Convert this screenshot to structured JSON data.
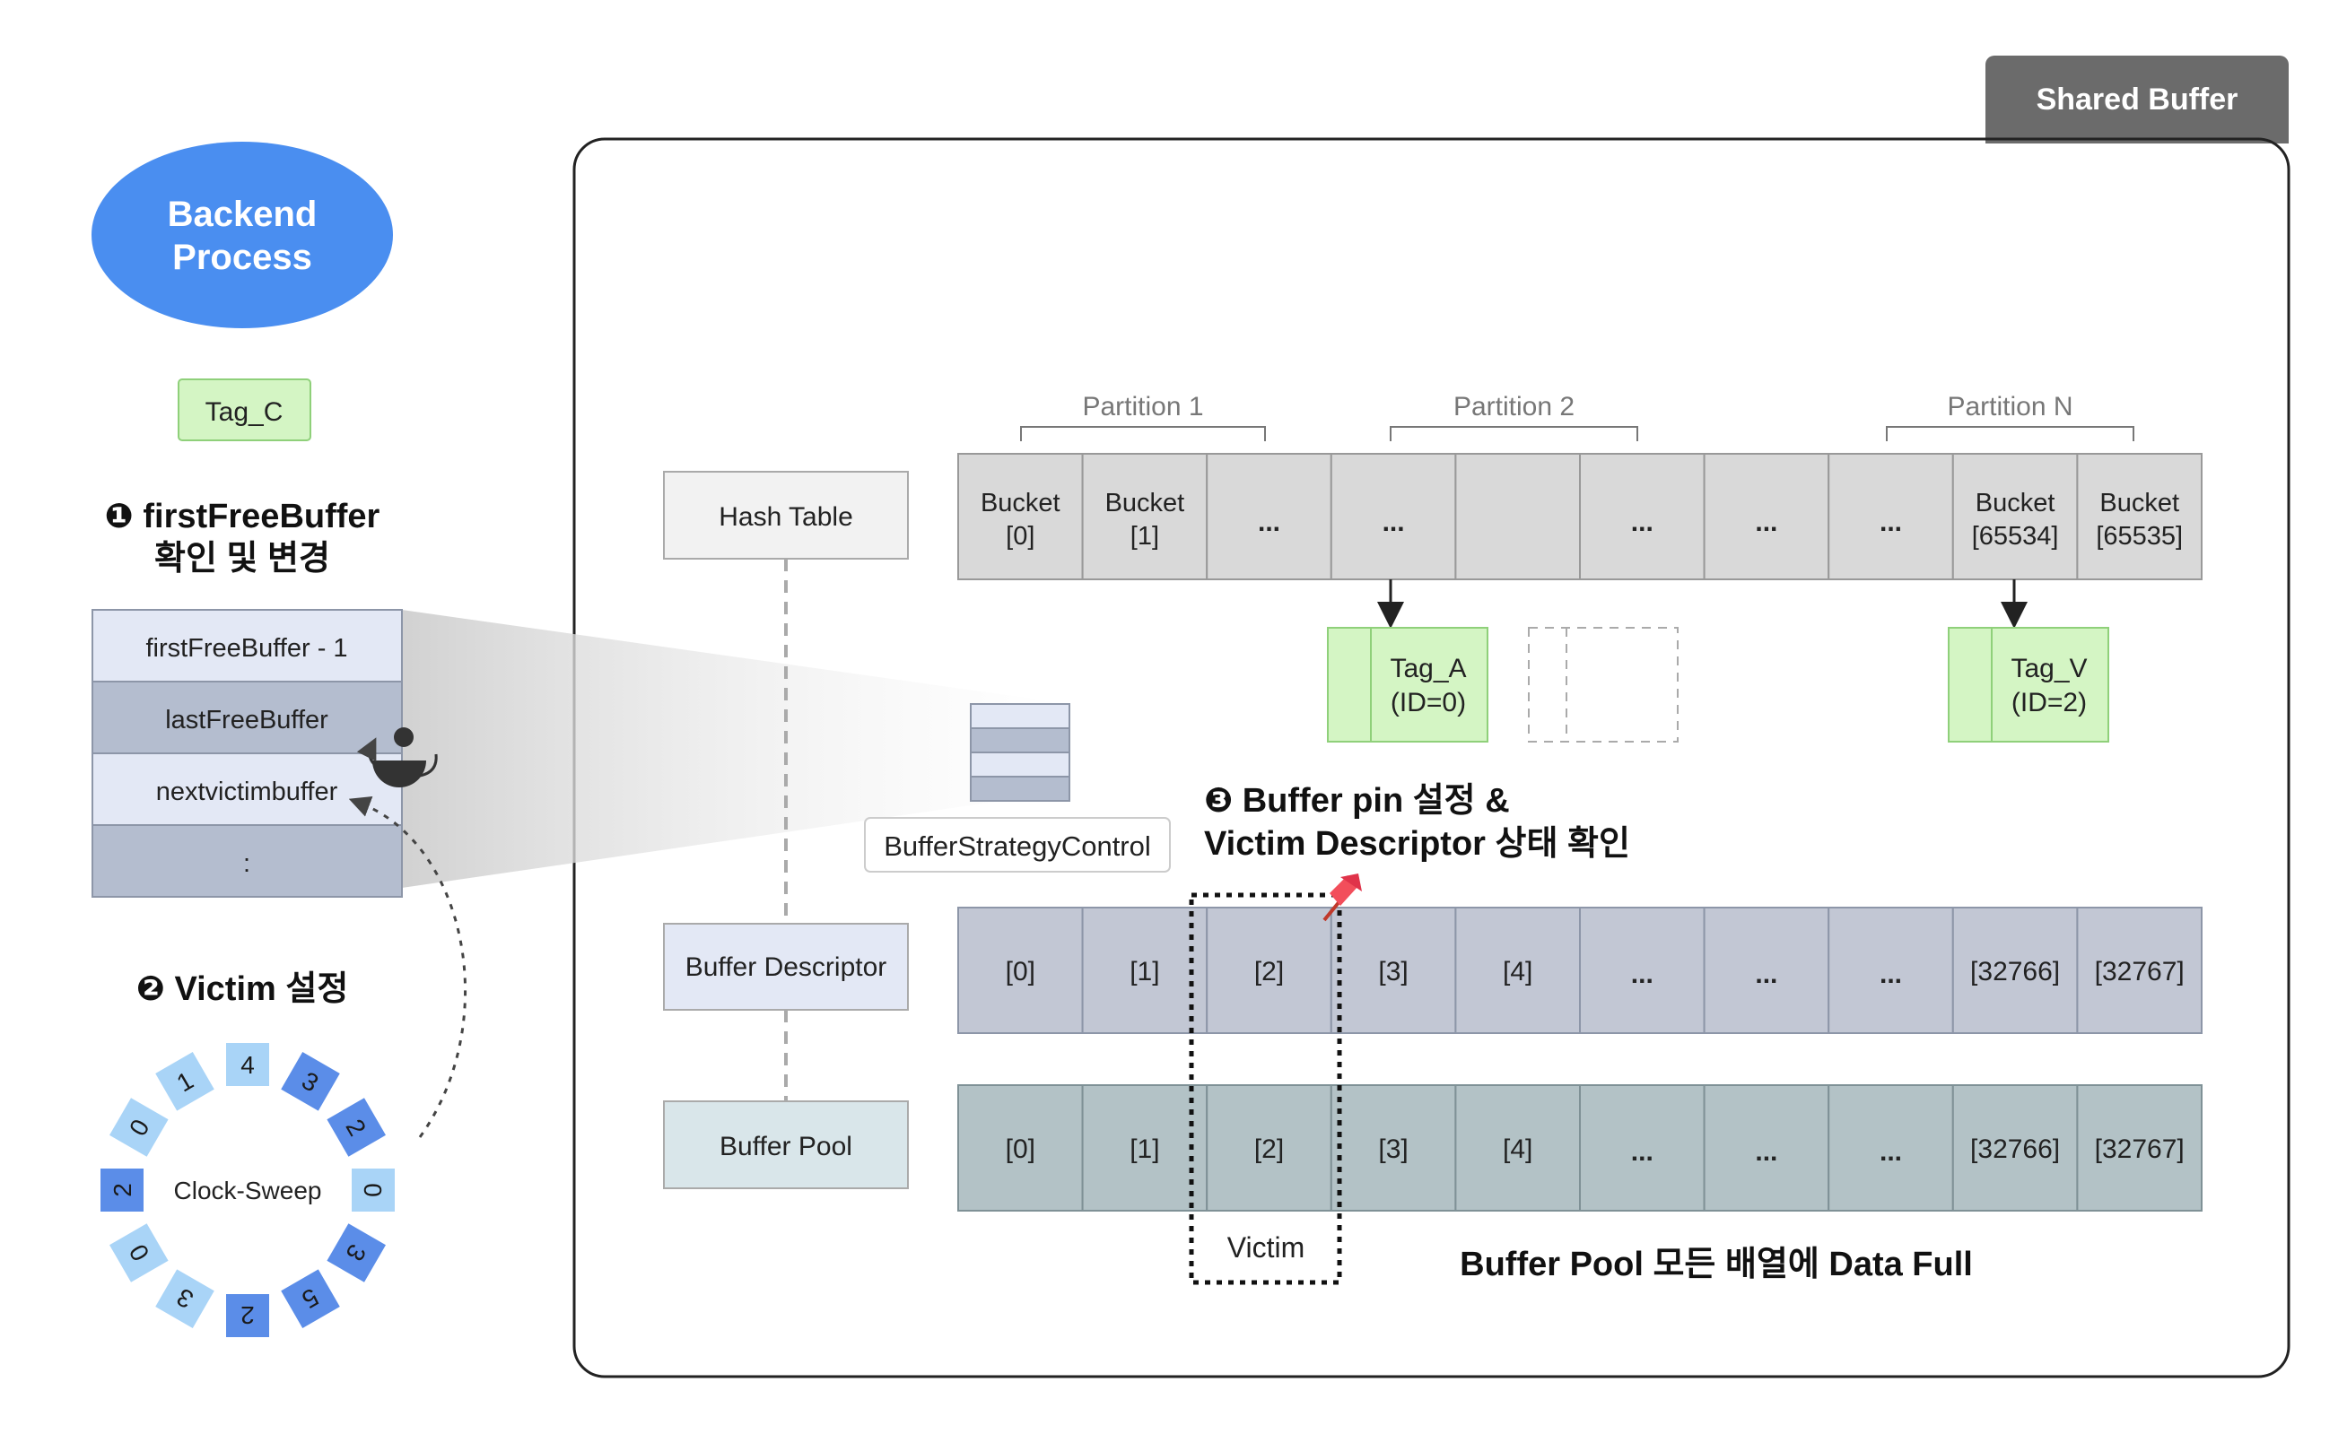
{
  "shared_buffer_tab": "Shared Buffer",
  "backend": {
    "line1": "Backend",
    "line2": "Process"
  },
  "tag_c": "Tag_C",
  "step6": {
    "line1": "❶ firstFreeBuffer",
    "line2": "확인 및 변경"
  },
  "strategy_list": [
    "firstFreeBuffer - 1",
    "lastFreeBuffer",
    "nextvictimbuffer",
    ":"
  ],
  "step7": "❷ Victim 설정",
  "clock_label": "Clock-Sweep",
  "clock_values": [
    "4",
    "3",
    "2",
    "0",
    "3",
    "5",
    "2",
    "3",
    "0",
    "2",
    "0",
    "1"
  ],
  "partitions": [
    "Partition 1",
    "Partition 2",
    "Partition N"
  ],
  "hash_table_label": "Hash Table",
  "buckets": [
    {
      "l1": "Bucket",
      "l2": "[0]"
    },
    {
      "l1": "Bucket",
      "l2": "[1]"
    },
    {
      "l1": "...",
      "l2": ""
    },
    {
      "l1": "...",
      "l2": ""
    },
    {
      "l1": "",
      "l2": ""
    },
    {
      "l1": "...",
      "l2": ""
    },
    {
      "l1": "...",
      "l2": ""
    },
    {
      "l1": "...",
      "l2": ""
    },
    {
      "l1": "Bucket",
      "l2": "[65534]"
    },
    {
      "l1": "Bucket",
      "l2": "[65535]"
    }
  ],
  "tag_a": {
    "l1": "Tag_A",
    "l2": "(ID=0)"
  },
  "tag_v": {
    "l1": "Tag_V",
    "l2": "(ID=2)"
  },
  "strategy_control_label": "BufferStrategyControl",
  "step8": {
    "line1": "❸ Buffer pin 설정 &",
    "line2": "Victim Descriptor 상태 확인"
  },
  "buffer_descriptor_label": "Buffer Descriptor",
  "buffer_pool_label": "Buffer Pool",
  "descriptor_cells": [
    "[0]",
    "[1]",
    "[2]",
    "[3]",
    "[4]",
    "...",
    "...",
    "...",
    "[32766]",
    "[32767]"
  ],
  "pool_cells": [
    "[0]",
    "[1]",
    "[2]",
    "[3]",
    "[4]",
    "...",
    "...",
    "...",
    "[32766]",
    "[32767]"
  ],
  "victim_label": "Victim",
  "pool_full_note": "Buffer Pool 모든 배열에 Data Full",
  "colors": {
    "backend": "#4a8ef0",
    "tag_green": "#d4f5c4",
    "tag_green_border": "#8fd07a",
    "bucket": "#d9d9d9",
    "descriptor": "#c2c7d4",
    "pool": "#b3c2c6",
    "shared_tab": "#6b6b6b",
    "clock_dark": "#5b8de8",
    "clock_light": "#a9d4f7"
  }
}
